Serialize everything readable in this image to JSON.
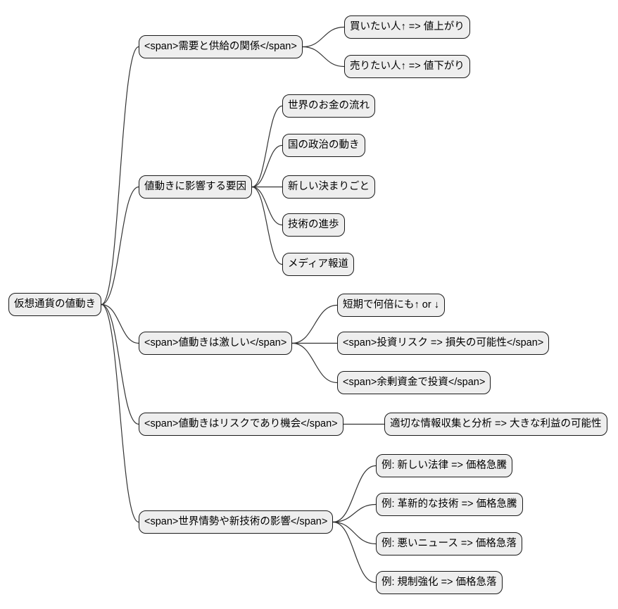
{
  "colors": {
    "background": "#ffffff",
    "node_fill": "#eeeeee",
    "node_border": "#1a1a1a",
    "edge": "#333333",
    "text": "#000000"
  },
  "mindmap": {
    "type": "mindmap-diagram",
    "root": {
      "label": "仮想通貨の値動き"
    },
    "branches": [
      {
        "label": "<span>需要と供給の関係</span>",
        "children": [
          {
            "label": "買いたい人↑ => 値上がり"
          },
          {
            "label": "売りたい人↑ => 値下がり"
          }
        ]
      },
      {
        "label": "値動きに影響する要因",
        "children": [
          {
            "label": "世界のお金の流れ"
          },
          {
            "label": "国の政治の動き"
          },
          {
            "label": "新しい決まりごと"
          },
          {
            "label": "技術の進歩"
          },
          {
            "label": "メディア報道"
          }
        ]
      },
      {
        "label": "<span>値動きは激しい</span>",
        "children": [
          {
            "label": "短期で何倍にも↑ or ↓"
          },
          {
            "label": "<span>投資リスク => 損失の可能性</span>"
          },
          {
            "label": "<span>余剰資金で投資</span>"
          }
        ]
      },
      {
        "label": "<span>値動きはリスクであり機会</span>",
        "children": [
          {
            "label": "適切な情報収集と分析 => 大きな利益の可能性"
          }
        ]
      },
      {
        "label": "<span>世界情勢や新技術の影響</span>",
        "children": [
          {
            "label": "例: 新しい法律 => 価格急騰"
          },
          {
            "label": "例: 革新的な技術 => 価格急騰"
          },
          {
            "label": "例: 悪いニュース => 価格急落"
          },
          {
            "label": "例: 規制強化 => 価格急落"
          }
        ]
      }
    ]
  }
}
